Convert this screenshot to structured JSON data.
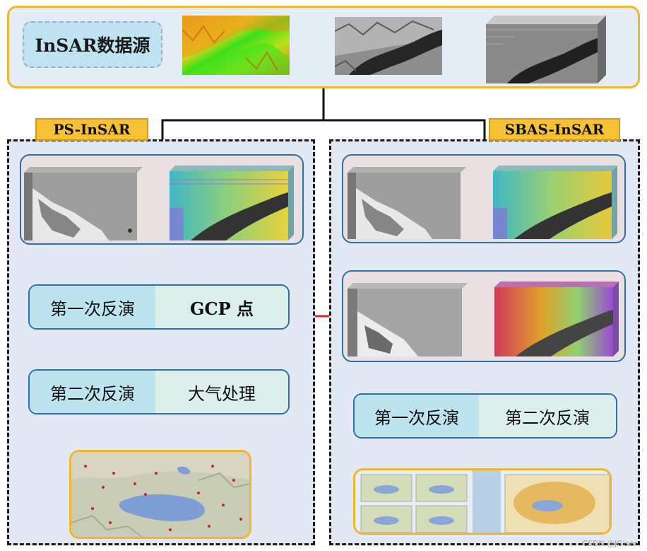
{
  "source": {
    "label": "InSAR数据源"
  },
  "ps": {
    "tag": "PS-InSAR",
    "step1": {
      "left": "第一次反演",
      "right": "GCP 点"
    },
    "step2": {
      "left": "第二次反演",
      "right": "大气处理"
    }
  },
  "sbas": {
    "tag": "SBAS-InSAR",
    "inv1": "第一次反演",
    "inv2": "第二次反演"
  },
  "watermark": "CSDN @JGiser",
  "colors": {
    "accent_orange": "#f2b52c",
    "panel_blue": "#2f6fad",
    "arrow_red": "#e02020"
  }
}
